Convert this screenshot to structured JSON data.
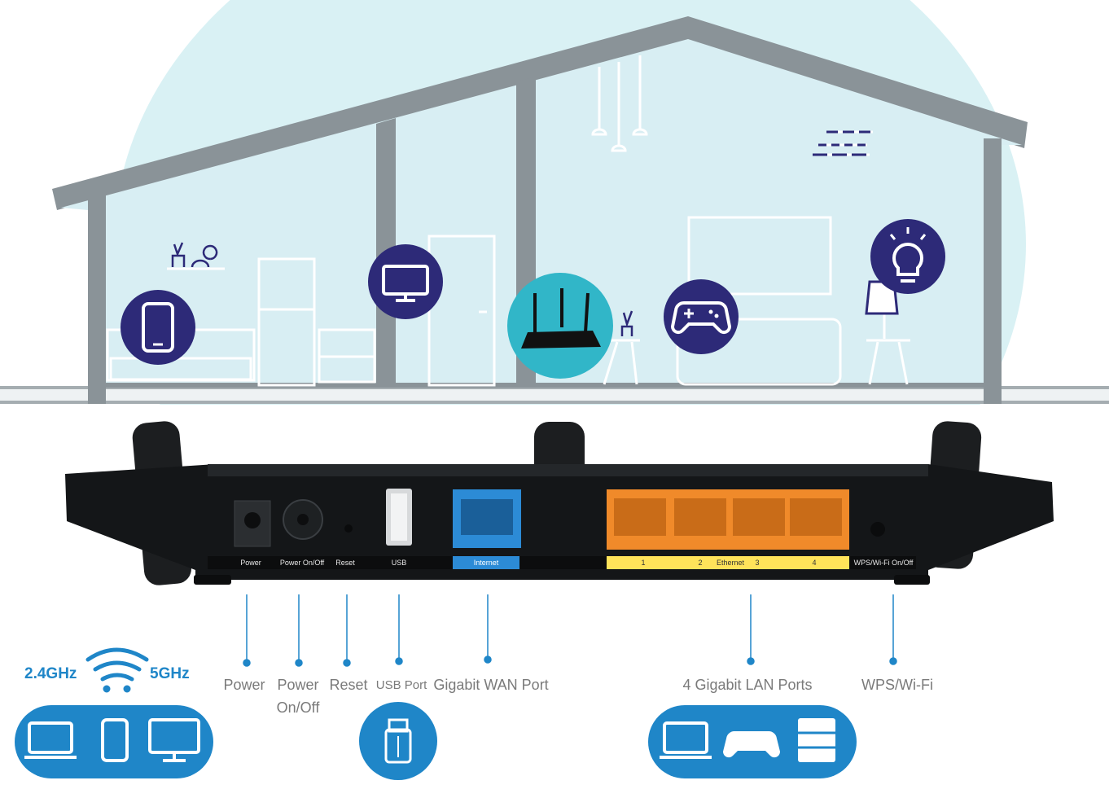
{
  "colors": {
    "sky": "#d9f1f4",
    "house_fill": "#d8eef3",
    "house_outline": "#8a9398",
    "icon_circle": "#2d2a78",
    "router_highlight": "#31b6c8",
    "router_body": "#17191b",
    "wan_port": "#2c8bd6",
    "lan_port": "#f08a2a",
    "lan_strip": "#ffe35a",
    "accent_blue": "#1f86c8",
    "label_gray": "#7a7a7a"
  },
  "house_icons": [
    "smartphone-icon",
    "monitor-icon",
    "router-icon",
    "gamepad-icon",
    "lightbulb-icon"
  ],
  "router_labels": {
    "power": "Power",
    "power_onoff": "Power On/Off",
    "reset": "Reset",
    "usb": "USB",
    "internet": "Internet",
    "lan1": "1",
    "lan2": "2",
    "ethernet": "Ethernet",
    "lan3": "3",
    "lan4": "4",
    "wps": "WPS/Wi-Fi On/Off"
  },
  "callouts": {
    "power": "Power",
    "power_onoff_1": "Power",
    "power_onoff_2": "On/Off",
    "reset": "Reset",
    "usb_port": "USB Port",
    "wan": "Gigabit WAN Port",
    "lan": "4 Gigabit LAN Ports",
    "wps": "WPS/Wi-Fi"
  },
  "wifi": {
    "band_24": "2.4GHz",
    "band_5": "5GHz"
  },
  "bottom_icons": {
    "wifi_devices": [
      "laptop-icon",
      "phone-icon",
      "monitor-icon"
    ],
    "usb": [
      "usb-drive-icon"
    ],
    "lan_devices": [
      "laptop-icon",
      "gamepad-icon",
      "server-icon"
    ]
  }
}
